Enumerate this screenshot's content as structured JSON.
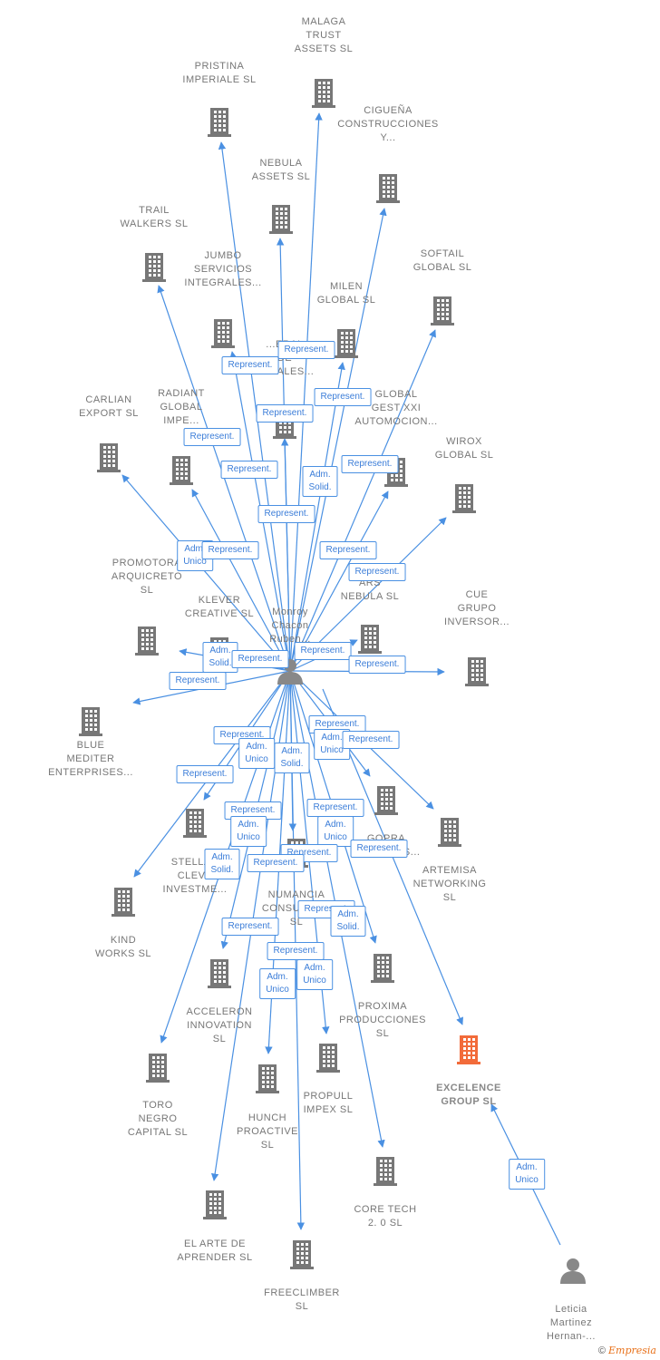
{
  "center": {
    "name": "Monroy\nChacon\nRuben..."
  },
  "companies": [
    {
      "id": "malaga",
      "name": "MALAGA\nTRUST\nASSETS  SL"
    },
    {
      "id": "pristina",
      "name": "PRISTINA\nIMPERIALE  SL"
    },
    {
      "id": "ciguena",
      "name": "CIGUEÑA\nCONSTRUCCIONES\nY..."
    },
    {
      "id": "nebula_assets",
      "name": "NEBULA\nASSETS  SL"
    },
    {
      "id": "trail",
      "name": "TRAIL\nWALKERS  SL"
    },
    {
      "id": "softail",
      "name": "SOFTAIL\nGLOBAL  SL"
    },
    {
      "id": "jumbo",
      "name": "JUMBO\nSERVICIOS\nINTEGRALES..."
    },
    {
      "id": "milen",
      "name": "MILEN\nGLOBAL  SL"
    },
    {
      "id": "metales",
      "name": "...ERAL\nDE\nMETALES..."
    },
    {
      "id": "carlian",
      "name": "CARLIAN\nEXPORT SL"
    },
    {
      "id": "radiant",
      "name": "RADIANT\nGLOBAL\nIMPE..."
    },
    {
      "id": "globalgest",
      "name": "GLOBAL\nGEST XXI\nAUTOMOCION..."
    },
    {
      "id": "wirox",
      "name": "WIROX\nGLOBAL  SL"
    },
    {
      "id": "promotora",
      "name": "PROMOTORA\nARQUICRETO\nSL"
    },
    {
      "id": "klever",
      "name": "KLEVER\nCREATIVE  SL"
    },
    {
      "id": "arsnebula",
      "name": "ARS\nNEBULA  SL"
    },
    {
      "id": "cue",
      "name": "CUE\nGRUPO\nINVERSOR..."
    },
    {
      "id": "blue",
      "name": "BLUE\nMEDITER\nENTERPRISES..."
    },
    {
      "id": "gopra",
      "name": "GOPRA\nSERVICIOS..."
    },
    {
      "id": "artemisa",
      "name": "ARTEMISA\nNETWORKING\nSL"
    },
    {
      "id": "stellar",
      "name": "STELLAR\nCLEVE\nINVESTME..."
    },
    {
      "id": "numancia",
      "name": "NUMANCIA\nCONSULTING\nSL"
    },
    {
      "id": "kind",
      "name": "KIND\nWORKS  SL"
    },
    {
      "id": "acceleron",
      "name": "ACCELERON\nINNOVATION\nSL"
    },
    {
      "id": "proxima",
      "name": "PROXIMA\nPRODUCCIONES\nSL"
    },
    {
      "id": "excelence",
      "name": "EXCELENCE\nGROUP  SL"
    },
    {
      "id": "toro",
      "name": "TORO\nNEGRO\nCAPITAL  SL"
    },
    {
      "id": "hunch",
      "name": "HUNCH\nPROACTIVE\nSL"
    },
    {
      "id": "propull",
      "name": "PROPULL\nIMPEX  SL"
    },
    {
      "id": "coretech",
      "name": "CORE TECH\n2. 0  SL"
    },
    {
      "id": "elarte",
      "name": "EL ARTE DE\nAPRENDER  SL"
    },
    {
      "id": "freeclimber",
      "name": "FREECLIMBER\nSL"
    }
  ],
  "persons": [
    {
      "id": "leticia",
      "name": "Leticia\nMartinez\nHernan-..."
    }
  ],
  "badges": {
    "represent": "Represent.",
    "adm_solid": "Adm.\nSolid.",
    "adm_unico": "Adm.\nUnico"
  },
  "colors": {
    "edge": "#4a90e2",
    "building": "#777777",
    "highlight": "#f26b3a",
    "person": "#888888"
  },
  "credit": {
    "symbol": "©",
    "brand": "Empresia"
  }
}
